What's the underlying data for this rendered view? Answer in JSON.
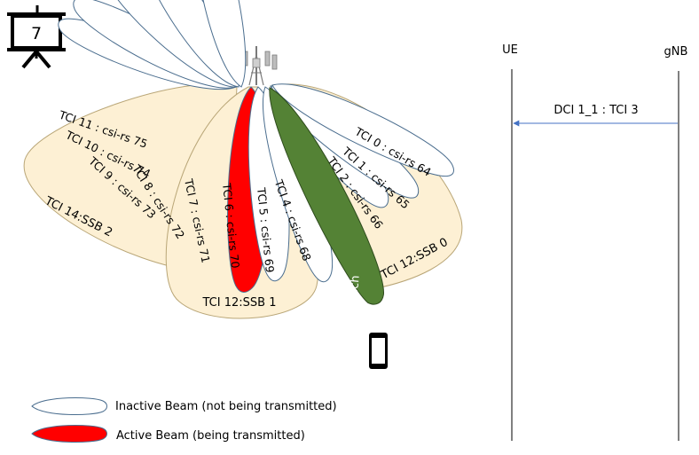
{
  "slide_number": "7",
  "beam_groups": [
    {
      "label": "TCI 14:SSB 2"
    },
    {
      "label": "TCI 12:SSB 1"
    },
    {
      "label": "TCI 12:SSB 0"
    }
  ],
  "beams": [
    {
      "label": "TCI 11 : csi-rs 75",
      "state": "inactive"
    },
    {
      "label": "TCI 10 : csi-rs 74",
      "state": "inactive"
    },
    {
      "label": "TCI 9 : csi-rs 73",
      "state": "inactive"
    },
    {
      "label": "TCI 8 : csi-rs 72",
      "state": "inactive"
    },
    {
      "label": "TCI 7 : csi-rs 71",
      "state": "inactive"
    },
    {
      "label": "TCI 6 : csi-rs 70",
      "state": "active"
    },
    {
      "label": "TCI 5 : csi-rs 69",
      "state": "inactive"
    },
    {
      "label": "TCI 4 : csi-rs 68",
      "state": "inactive"
    },
    {
      "label": "TCI 2 : csi-rs 66",
      "state": "inactive"
    },
    {
      "label": "TCI 1 : csi-rs 65",
      "state": "inactive"
    },
    {
      "label": "TCI 0 : csi-rs 64",
      "state": "inactive"
    }
  ],
  "pdsch_label": "pdsch",
  "sequence": {
    "participants": [
      "UE",
      "gNB"
    ],
    "message": "DCI 1_1 : TCI 3"
  },
  "legend": {
    "inactive": "Inactive Beam (not being  transmitted)",
    "active": "Active Beam (being  transmitted)"
  },
  "colors": {
    "group_fill": "#fdf0d4",
    "group_stroke": "#b9a677",
    "beam_stroke": "#4a6d8e",
    "active_fill": "#ff0000",
    "pdsch_fill": "#548235",
    "arrow": "#4472c4"
  },
  "icons": [
    "presentation-board-icon",
    "cell-tower-icon",
    "mobile-phone-icon"
  ]
}
